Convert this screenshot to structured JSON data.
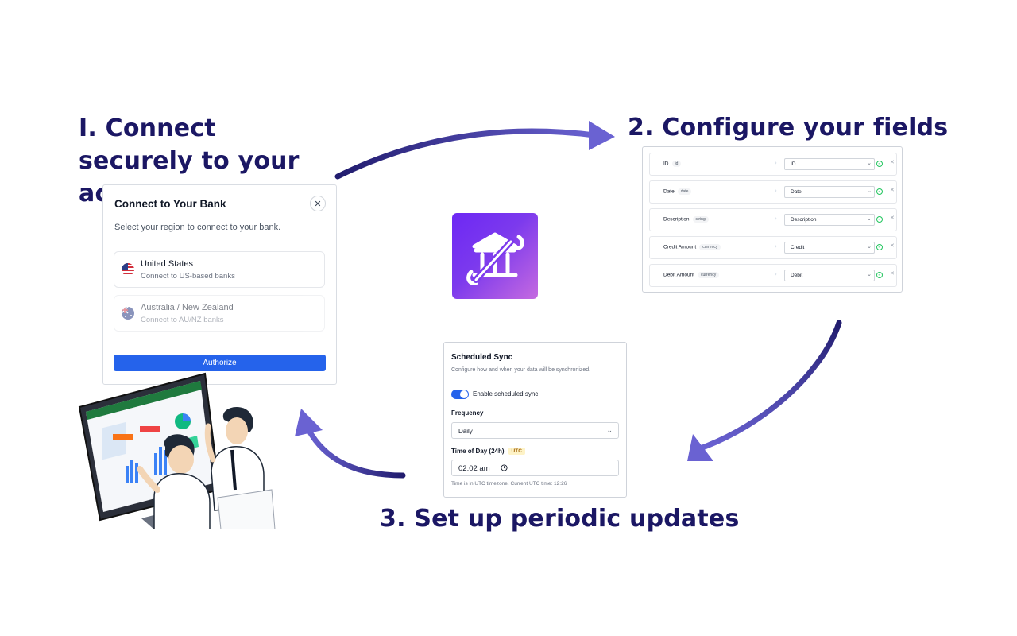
{
  "headings": {
    "step1": "I. Connect securely to your accounts",
    "step2": "2. Configure your fields",
    "step3": "3. Set up periodic updates"
  },
  "connect": {
    "title": "Connect to Your Bank",
    "close_icon": "close-icon",
    "subtitle": "Select your region to connect to your bank.",
    "regions": [
      {
        "name": "United States",
        "desc": "Connect to US-based banks",
        "flag_icon": "us-flag-icon"
      },
      {
        "name": "Australia / New Zealand",
        "desc": "Connect to AU/NZ banks",
        "flag_icon": "au-flag-icon"
      }
    ],
    "authorize_label": "Authorize",
    "accent": "#2563eb"
  },
  "logo": {
    "icon": "bank-sync-logo-icon",
    "gradient": [
      "#6d28f4",
      "#c56ae0"
    ]
  },
  "fields": {
    "rows": [
      {
        "name": "ID",
        "type": "id",
        "mapped": "ID"
      },
      {
        "name": "Date",
        "type": "date",
        "mapped": "Date"
      },
      {
        "name": "Description",
        "type": "string",
        "mapped": "Description"
      },
      {
        "name": "Credit Amount",
        "type": "currency",
        "mapped": "Credit"
      },
      {
        "name": "Debit Amount",
        "type": "currency",
        "mapped": "Debit"
      }
    ]
  },
  "sync": {
    "title": "Scheduled Sync",
    "subtitle": "Configure how and when your data will be synchronized.",
    "toggle_label": "Enable scheduled sync",
    "enabled": true,
    "frequency_label": "Frequency",
    "frequency_value": "Daily",
    "time_label": "Time of Day (24h)",
    "time_badge": "UTC",
    "time_value": "02:02 am",
    "note": "Time is in UTC timezone. Current UTC time: 12:26"
  },
  "colors": {
    "heading": "#1b1764",
    "arrow_start": "#211c6e",
    "arrow_end": "#6a62d2"
  }
}
